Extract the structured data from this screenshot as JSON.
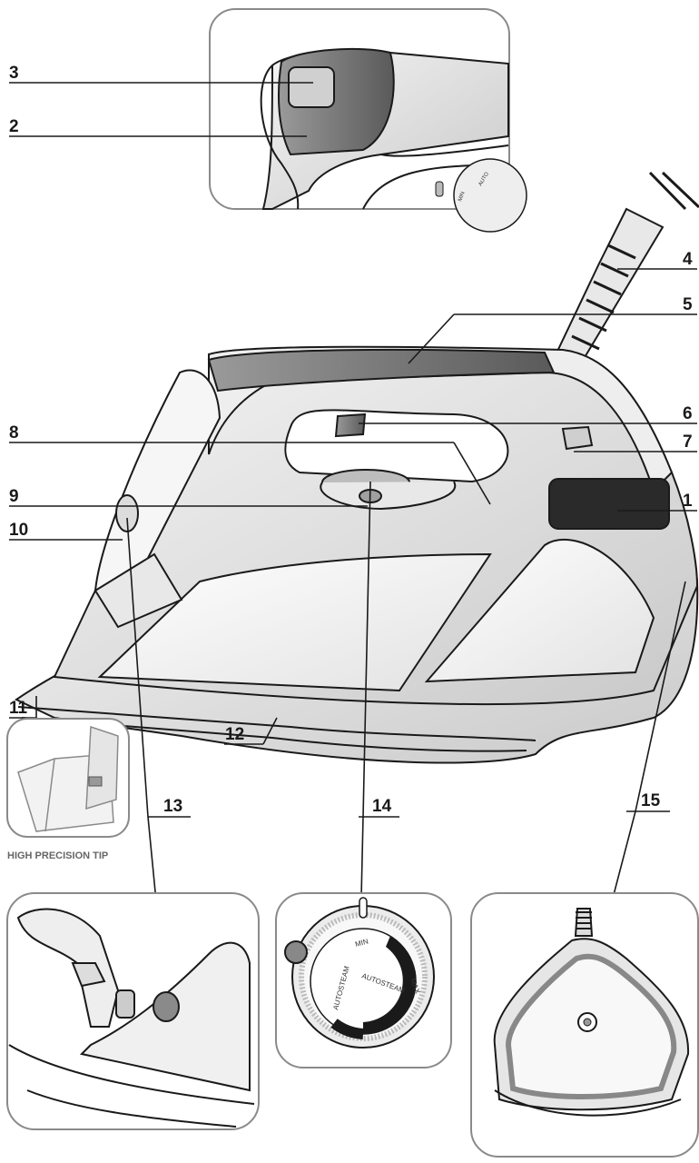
{
  "callouts": [
    {
      "id": "c3",
      "label": "3"
    },
    {
      "id": "c2",
      "label": "2"
    },
    {
      "id": "c4",
      "label": "4"
    },
    {
      "id": "c5",
      "label": "5"
    },
    {
      "id": "c6",
      "label": "6"
    },
    {
      "id": "c8",
      "label": "8"
    },
    {
      "id": "c7",
      "label": "7"
    },
    {
      "id": "c9",
      "label": "9"
    },
    {
      "id": "c1",
      "label": "1"
    },
    {
      "id": "c10",
      "label": "10"
    },
    {
      "id": "c11",
      "label": "11"
    },
    {
      "id": "c12",
      "label": "12"
    },
    {
      "id": "c13",
      "label": "13"
    },
    {
      "id": "c14",
      "label": "14"
    },
    {
      "id": "c15",
      "label": "15"
    }
  ],
  "tip_caption": "HIGH PRECISION TIP",
  "dial": {
    "min": "MIN",
    "max": "MAX",
    "autosteam_top": "AUTOSTEAM",
    "autosteam_bottom": "AUTOSTEAM"
  },
  "colors": {
    "line": "#1a1a1a",
    "panel_border": "#8a8a8a",
    "body_grey": "#d9d9d9",
    "dark_grey": "#7a7a7a",
    "display": "#2a2a2a"
  }
}
